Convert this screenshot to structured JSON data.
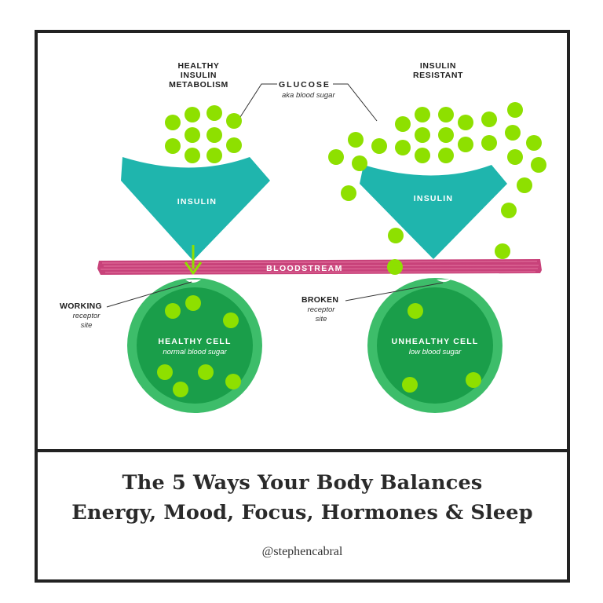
{
  "diagram": {
    "healthy_heading": [
      "HEALTHY",
      "INSULIN",
      "METABOLISM"
    ],
    "resistant_heading": [
      "INSULIN",
      "RESISTANT"
    ],
    "glucose_label": "GLUCOSE",
    "glucose_sub": "aka blood sugar",
    "insulin_label": "INSULIN",
    "bloodstream_label": "BLOODSTREAM",
    "working_label": "WORKING",
    "working_sub": [
      "receptor",
      "site"
    ],
    "broken_label": "BROKEN",
    "broken_sub": [
      "receptor",
      "site"
    ],
    "healthy_cell_label": "HEALTHY CELL",
    "healthy_cell_sub": "normal blood sugar",
    "unhealthy_cell_label": "UNHEALTHY CELL",
    "unhealthy_cell_sub": "low blood sugar"
  },
  "caption": {
    "title_line1": "The 5 Ways Your Body Balances",
    "title_line2": "Energy, Mood, Focus, Hormones & Sleep",
    "handle": "@stephencabral"
  },
  "colors": {
    "insulin": "#1fb5ad",
    "glucose": "#8ee000",
    "cell_outer": "#3dbd6a",
    "cell_inner": "#1a9e4a",
    "bloodstream": "#c8427a",
    "frame": "#222222"
  }
}
